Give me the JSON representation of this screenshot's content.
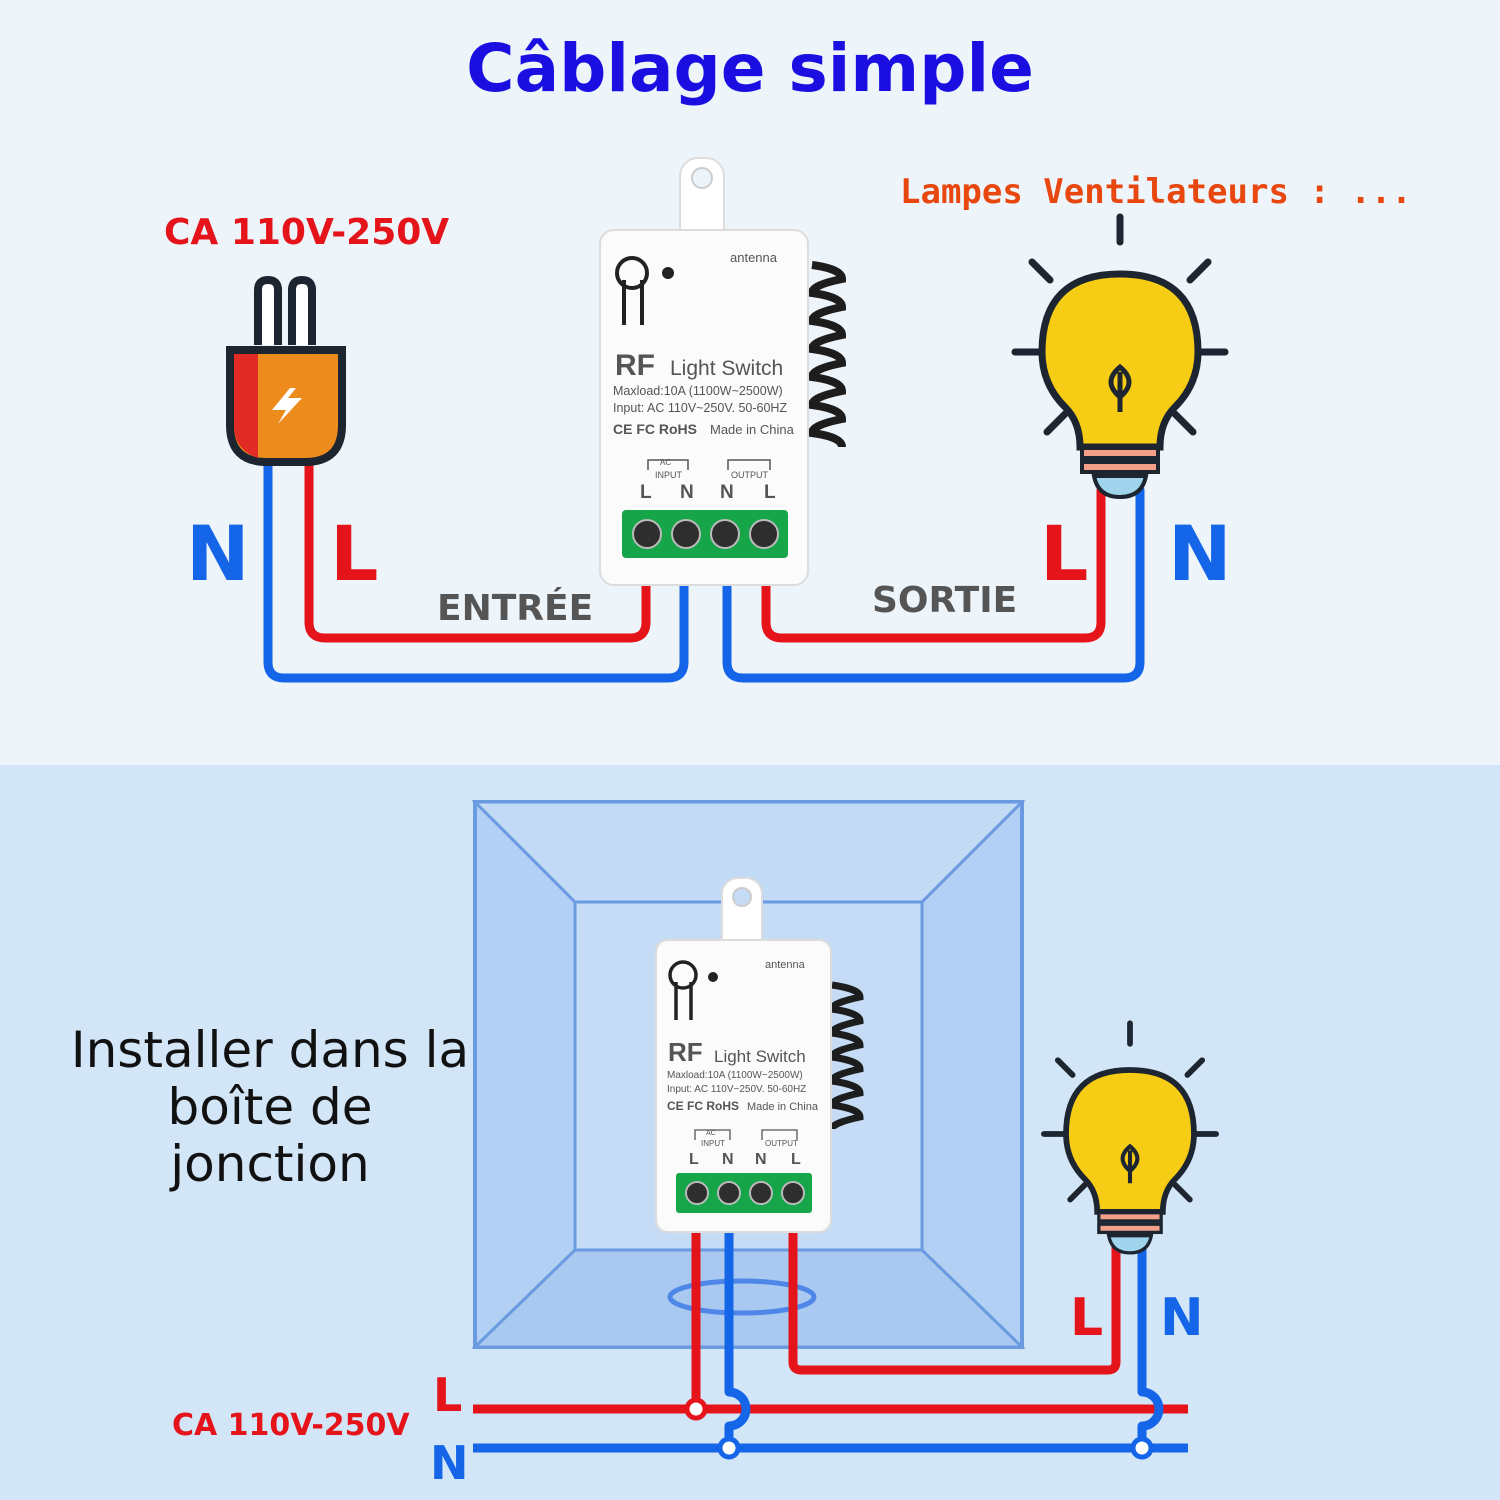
{
  "title": "Câblage simple",
  "loads_label": "Lampes Ventilateurs : ...",
  "top": {
    "voltage": "CA 110V-250V",
    "plug_N": "N",
    "plug_L": "L",
    "input_label": "ENTRÉE",
    "output_label": "SORTIE",
    "lamp_L": "L",
    "lamp_N": "N"
  },
  "device": {
    "antenna": "antenna",
    "rf": "RF",
    "name": "Light Switch",
    "maxload": "Maxload:10A (1100W~2500W)",
    "input_spec": "Input: AC 110V~250V. 50-60HZ",
    "certs": "CE FC RoHS",
    "made_in": "Made in China",
    "input_group": "INPUT",
    "ac": "AC",
    "output_group": "OUTPUT",
    "terminals": [
      "L",
      "N",
      "N",
      "L"
    ]
  },
  "bottom": {
    "install_text": "Installer dans la boîte de jonction",
    "lamp_L": "L",
    "lamp_N": "N",
    "line_L": "L",
    "line_N": "N",
    "voltage": "CA 110V-250V"
  },
  "colors": {
    "title": "#1a0fe0",
    "loads": "#e8470f",
    "live_wire": "#e5141b",
    "neutral_wire": "#1565e8",
    "terminal_block": "#17a54a",
    "bulb": "#f7cc15"
  }
}
